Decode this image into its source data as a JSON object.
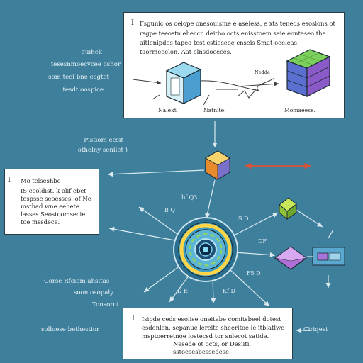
{
  "top_panel": {
    "marker": "I",
    "lines": [
      "Fsgunic os oeiope onesouisme e aseless. e xts teneds esosions ot",
      "rsgpe teeostn eheccn deitbo octs enisstoem seie eonteseo the",
      "aitlenipdos tapeo test cstieseoe cnseis Smat oeeleas.",
      "taormeeelon. Aat elnsdoceces."
    ],
    "label_left": "Nalekt",
    "label_mid": "Natnite.",
    "label_right": "Momaeese.",
    "label_small": "Nedde"
  },
  "left_panel": {
    "marker": "I",
    "lines": [
      "Mo telseshbe",
      "IS ecoldist. k olif ebet",
      "tespsse seoesses. of Ne",
      "msthad wne eehete",
      "lasses Seostoomsecie",
      "toe mssdece."
    ]
  },
  "bottom_panel": {
    "marker": "I",
    "lines": [
      "Isipde ceds esoiise oneitabe comitsbeel dotest",
      "esdenlen. sepanuc lereite sheeritoe le itblatlwe",
      "msptoerretnoe lostecsd tor snlecot satide.",
      "Nesede ot octs, or Desiiti.",
      "sstoesesbessedese."
    ]
  },
  "left_labels": [
    "guihek",
    "tesesnmoecvcee oshor",
    "som teei bne ecgtet",
    "tesdt oospice"
  ],
  "mid_left_label": [
    "Pistiom ecsit",
    "othelny seniiet )"
  ],
  "lower_left_labels": [
    "Corse  Rfciom ahsitas",
    "soon osopaly",
    "Tonsorot"
  ],
  "bottom_left_label": "solloese bethestior",
  "bottom_right_label": "Ciriqest",
  "center_labels": [
    "B  Q",
    "bf  Q3",
    "S  D",
    "DF",
    "F5  D",
    "D    E",
    "Kf  D"
  ],
  "colors": {
    "background": "#3e7f9c",
    "panel": "#ffffff",
    "arrow": "#dceaf0",
    "accent_arrow": "#d9533a"
  },
  "icons": [
    "blue-cube-icon",
    "layered-block-icon",
    "orange-hexagon-icon",
    "gear-hub-icon",
    "green-cube-icon",
    "purple-diamond-icon",
    "component-box-icon"
  ]
}
